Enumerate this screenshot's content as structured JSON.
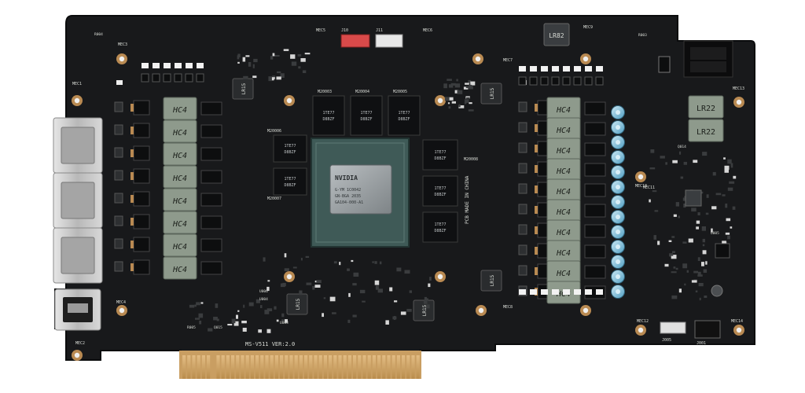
{
  "board": {
    "version_label": "MS-V511 VER:2.0",
    "origin_label": "PCB MADE IN CHINA"
  },
  "gpu": {
    "brand": "NVIDIA",
    "marking_lines": [
      "G-YM 1C0042",
      "GN-BGA 2035",
      "GA104-000-A1"
    ]
  },
  "memory": {
    "positions": [
      "M20003",
      "M20004",
      "M20005",
      "M20006",
      "M20007",
      "M20008"
    ],
    "chip_marking_lines": [
      "1TE77",
      "D8BZF"
    ]
  },
  "chokes": {
    "main_label": "HC4",
    "small_label": "LR15",
    "small_right_label": "LR15",
    "top_label": "LR82",
    "right_labels": [
      "LR22",
      "LR22"
    ]
  },
  "mounting_holes": {
    "labels": [
      "MEC1",
      "MEC2",
      "MEC3",
      "MEC4",
      "MEC5",
      "MEC6",
      "MEC7",
      "MEC8",
      "MEC9",
      "MEC10",
      "MEC11",
      "MEC12",
      "MEC13",
      "MEC14"
    ]
  },
  "connectors": {
    "labels": [
      "J10",
      "J11",
      "J005",
      "J001"
    ]
  },
  "misc_labels": {
    "parts": [
      "U003",
      "U004",
      "U006",
      "R005",
      "Q015",
      "Q014",
      "U005",
      "R003",
      "R004"
    ]
  },
  "colors": {
    "pcb": "#18191b",
    "pcb_edge": "#0d0e10",
    "silkscreen": "#d9dcd6",
    "pad_copper": "#b98a52",
    "gold_finger": "#d3a86c",
    "choke": "#8e9a8c",
    "gpu_substrate": "#3f5a57",
    "die": "#9aa0a3",
    "memory_chip": "#0f1012",
    "capacitor": "#7fbed8",
    "connector_red": "#d94a4a",
    "port_metal": "#c9c9c9"
  }
}
